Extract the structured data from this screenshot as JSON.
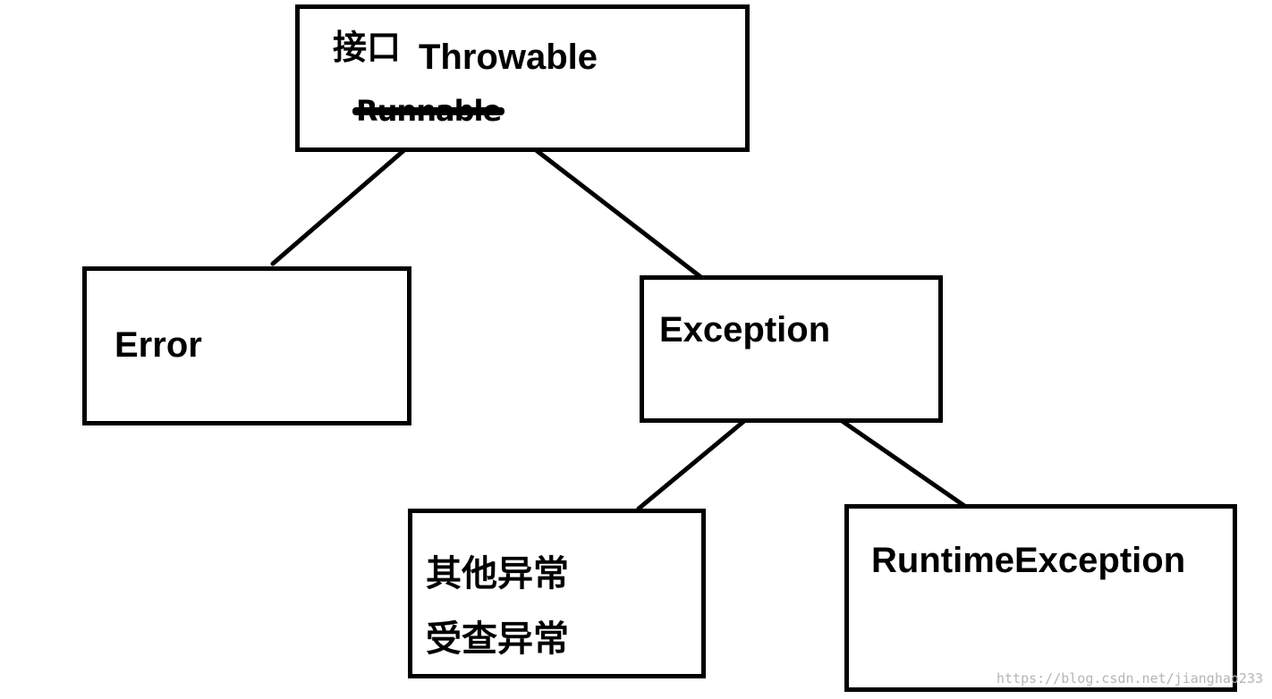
{
  "diagram": {
    "root": {
      "prefix": "接口",
      "name": "Throwable",
      "struck_text": "Runnable"
    },
    "error": {
      "name": "Error"
    },
    "exception": {
      "name": "Exception"
    },
    "checked": {
      "line1": "其他异常",
      "line2": "受查异常"
    },
    "runtime": {
      "name": "RuntimeException"
    },
    "edges": [
      {
        "from": "Throwable",
        "to": "Error"
      },
      {
        "from": "Throwable",
        "to": "Exception"
      },
      {
        "from": "Exception",
        "to": "其他异常"
      },
      {
        "from": "Exception",
        "to": "RuntimeException"
      }
    ]
  },
  "watermark": "https://blog.csdn.net/jianghao233"
}
